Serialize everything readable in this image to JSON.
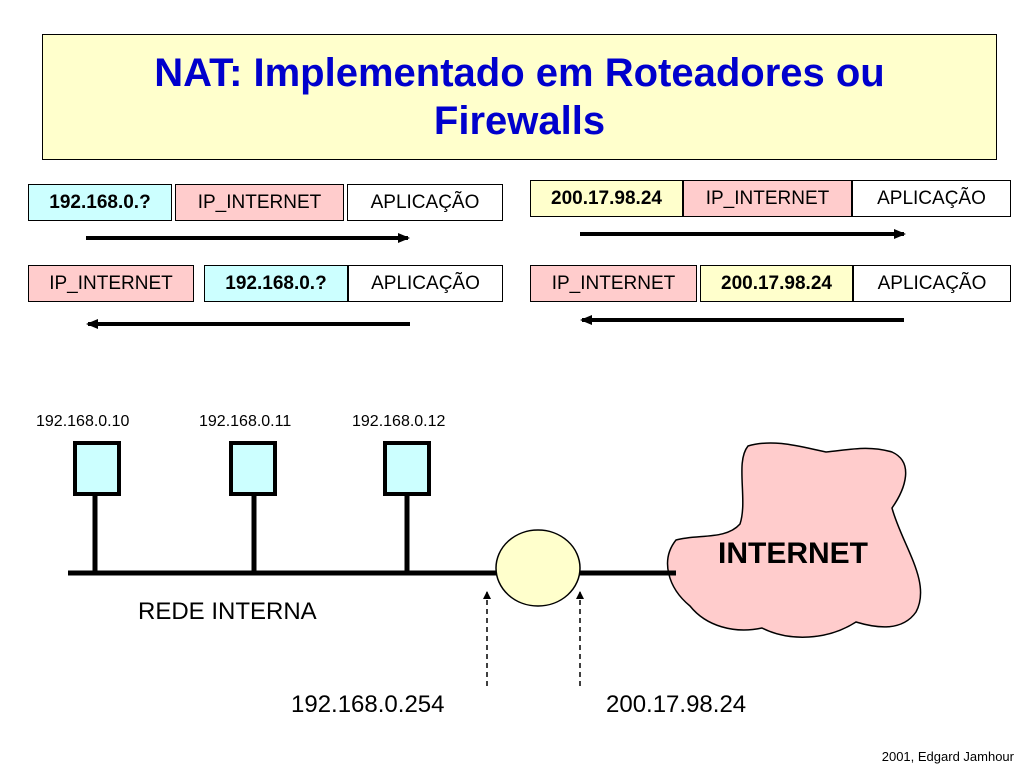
{
  "title": "NAT: Implementado em Roteadores ou Firewalls",
  "packets": {
    "left_out": [
      "192.168.0.?",
      "IP_INTERNET",
      "APLICAÇÃO"
    ],
    "left_in": [
      "IP_INTERNET",
      "192.168.0.?",
      "APLICAÇÃO"
    ],
    "right_out": [
      "200.17.98.24",
      "IP_INTERNET",
      "APLICAÇÃO"
    ],
    "right_in": [
      "IP_INTERNET",
      "200.17.98.24",
      "APLICAÇÃO"
    ]
  },
  "hosts": [
    "192.168.0.10",
    "192.168.0.11",
    "192.168.0.12"
  ],
  "network_label": "REDE INTERNA",
  "internet_label": "INTERNET",
  "router_internal_ip": "192.168.0.254",
  "router_external_ip": "200.17.98.24",
  "footer": "2001, Edgard Jamhour",
  "colors": {
    "title_bg": "#ffffcc",
    "title_text": "#0000cc",
    "private_ip": "#ccffff",
    "internet_ip": "#ffcccc",
    "public_ip": "#ffffcc",
    "cloud": "#ffcccc",
    "router": "#ffffcc"
  }
}
